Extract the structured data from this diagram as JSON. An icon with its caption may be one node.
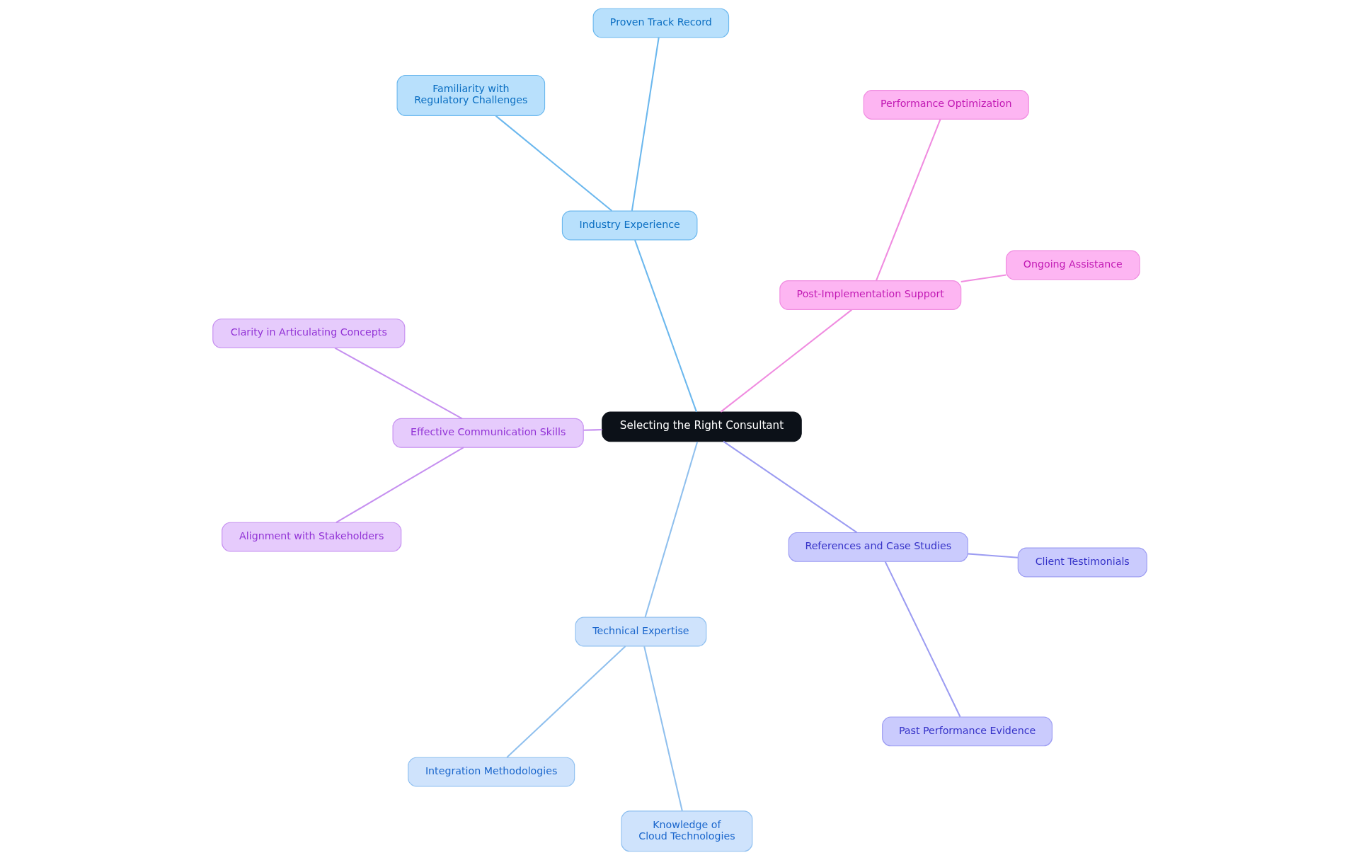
{
  "diagram": {
    "nodes": [
      {
        "text": [
          "Selecting the Right Consultant"
        ]
      },
      {
        "text": [
          "Technical Expertise"
        ]
      },
      {
        "text": [
          "Knowledge of Cloud Technologies"
        ]
      },
      {
        "text": [
          "Integration Methodologies"
        ]
      },
      {
        "text": [
          "Industry Experience"
        ]
      },
      {
        "text": [
          "Familiarity with Regulatory Challenges"
        ]
      },
      {
        "text": [
          "Proven Track Record"
        ]
      },
      {
        "text": [
          "Effective Communication Skills"
        ]
      },
      {
        "text": [
          "Clarity in Articulating Concepts"
        ]
      },
      {
        "text": [
          "Alignment with Stakeholders"
        ]
      },
      {
        "text": [
          "References and Case Studies"
        ]
      },
      {
        "text": [
          "Client Testimonials"
        ]
      },
      {
        "text": [
          "Past Performance Evidence"
        ]
      },
      {
        "text": [
          "Post-Implementation Support"
        ]
      },
      {
        "text": [
          "Ongoing Assistance"
        ]
      },
      {
        "text": [
          "Performance Optimization"
        ]
      }
    ],
    "edges": [
      {
        "from": 0,
        "to": 1,
        "arrow": "none",
        "color": "#90c0ee"
      },
      {
        "from": 1,
        "to": 2,
        "arrow": "none",
        "color": "#90c0ee"
      },
      {
        "from": 1,
        "to": 3,
        "arrow": "none",
        "color": "#90c0ee"
      },
      {
        "from": 0,
        "to": 4,
        "arrow": "none",
        "color": "#6cb8ee"
      },
      {
        "from": 4,
        "to": 5,
        "arrow": "none",
        "color": "#6cb8ee"
      },
      {
        "from": 4,
        "to": 6,
        "arrow": "none",
        "color": "#6cb8ee"
      },
      {
        "from": 0,
        "to": 7,
        "arrow": "none",
        "color": "#c690f0"
      },
      {
        "from": 7,
        "to": 8,
        "arrow": "none",
        "color": "#c690f0"
      },
      {
        "from": 7,
        "to": 9,
        "arrow": "none",
        "color": "#c690f0"
      },
      {
        "from": 0,
        "to": 10,
        "arrow": "none",
        "color": "#9c9cf2"
      },
      {
        "from": 10,
        "to": 11,
        "arrow": "none",
        "color": "#9c9cf2"
      },
      {
        "from": 10,
        "to": 12,
        "arrow": "none",
        "color": "#9c9cf2"
      },
      {
        "from": 0,
        "to": 13,
        "arrow": "none",
        "color": "#f08ce0"
      },
      {
        "from": 13,
        "to": 14,
        "arrow": "none",
        "color": "#f08ce0"
      },
      {
        "from": 13,
        "to": 15,
        "arrow": "none",
        "color": "#f08ce0"
      }
    ]
  }
}
